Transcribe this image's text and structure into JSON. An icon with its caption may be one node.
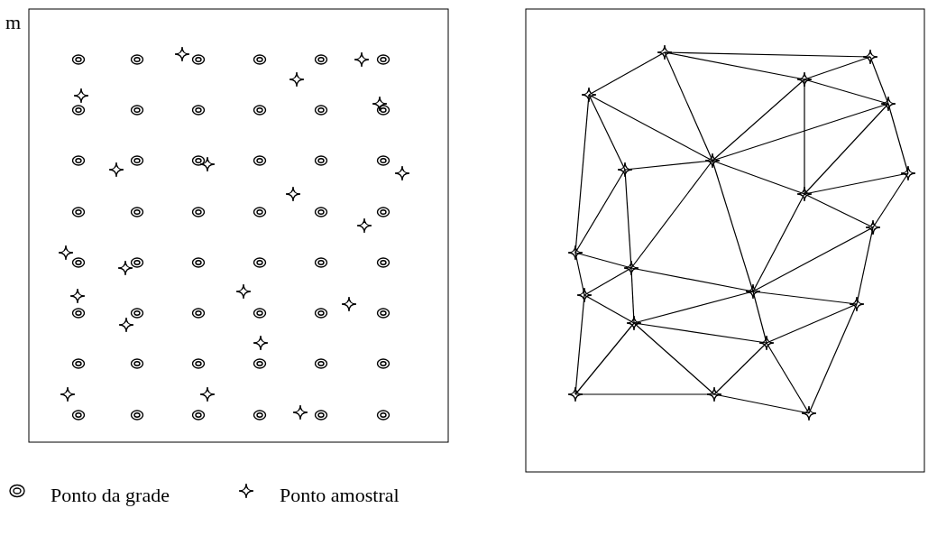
{
  "diagram": {
    "labels": [
      "m"
    ],
    "legend": [
      {
        "text": "Ponto da grade"
      },
      {
        "text": "Ponto amostral"
      }
    ]
  }
}
